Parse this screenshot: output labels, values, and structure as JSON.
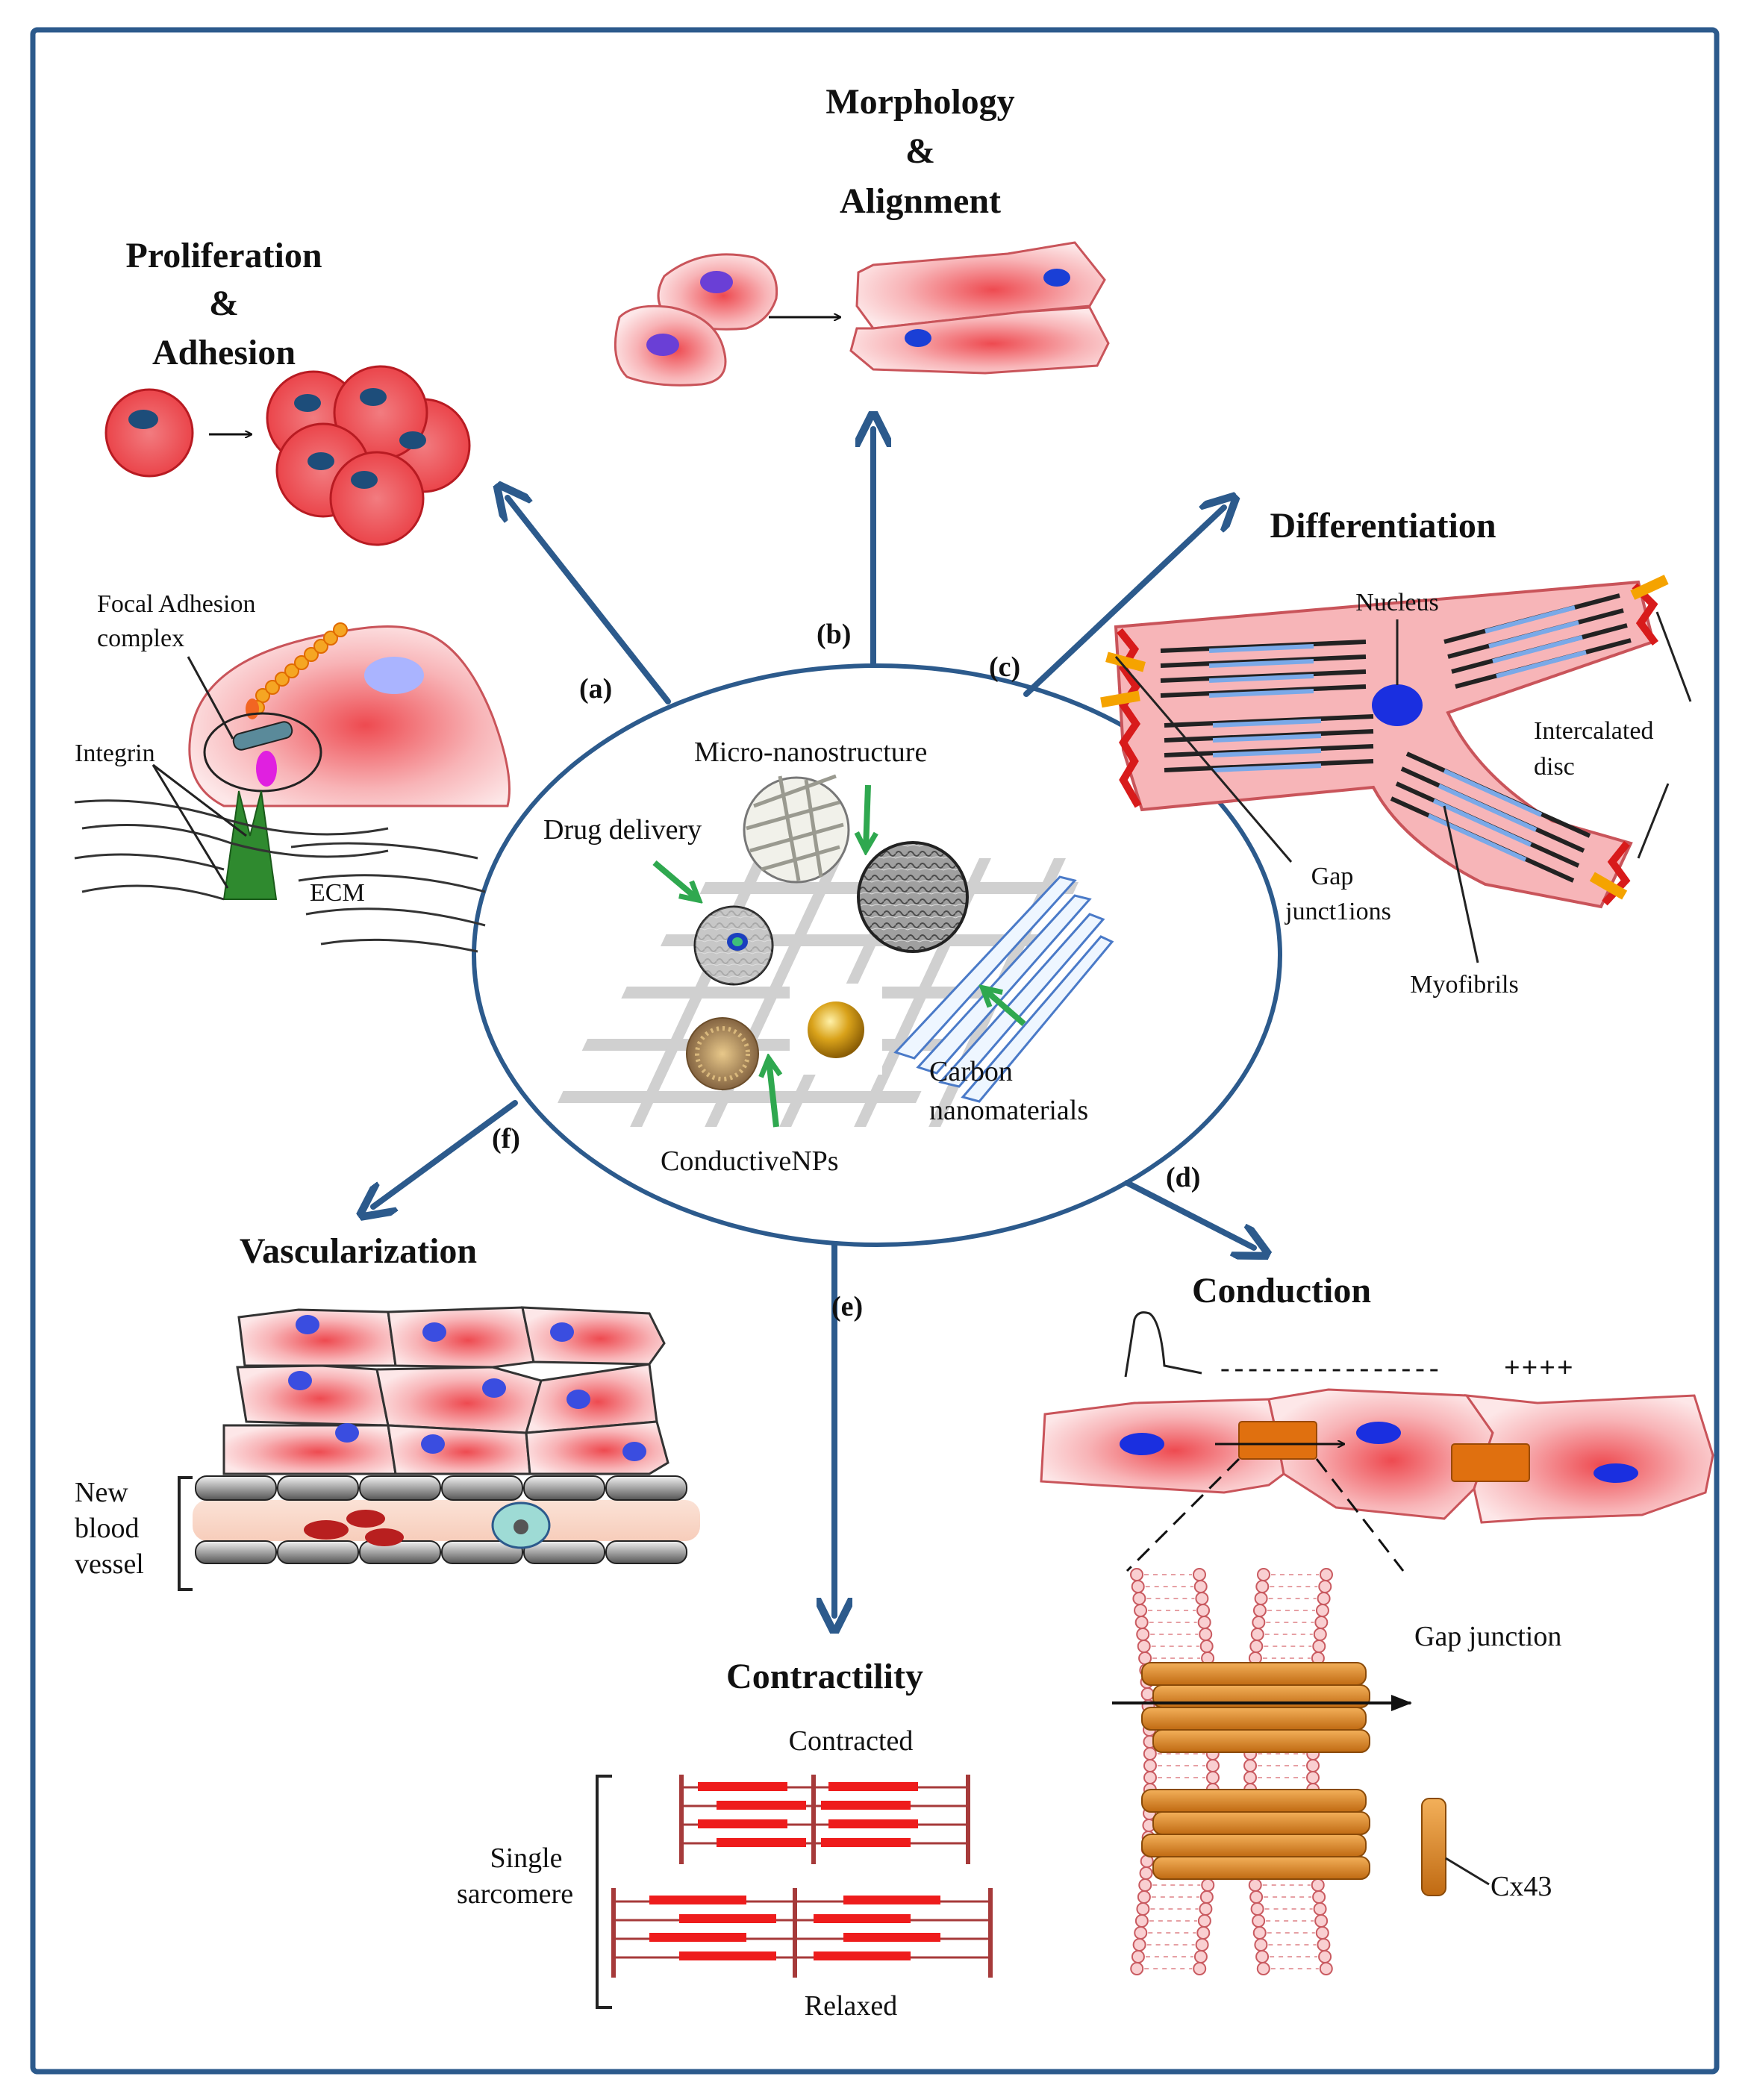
{
  "colors": {
    "frame": "#2c5a8c",
    "arrow": "#2c5a8c",
    "cell_red": "#e8343a",
    "cell_light": "#f7b5b8",
    "nucleus": "#1a3fd6",
    "green_arrow": "#2fa84f",
    "connexin": "#e08a2a"
  },
  "center": {
    "micro_nano": "Micro-nanostructure",
    "drug_delivery": "Drug delivery",
    "carbon_1": "Carbon",
    "carbon_2": "nanomaterials",
    "conductive": "ConductiveNPs"
  },
  "branch_letters": {
    "a": "(a)",
    "b": "(b)",
    "c": "(c)",
    "d": "(d)",
    "e": "(e)",
    "f": "(f)"
  },
  "proliferation": {
    "title_1": "Proliferation",
    "title_2": "&",
    "title_3": "Adhesion",
    "focal_1": "Focal Adhesion",
    "focal_2": "complex",
    "integrin": "Integrin",
    "ecm": "ECM"
  },
  "morphology": {
    "title_1": "Morphology",
    "title_2": "&",
    "title_3": "Alignment"
  },
  "differentiation": {
    "title": "Differentiation",
    "nucleus": "Nucleus",
    "intercalated_1": "Intercalated",
    "intercalated_2": "disc",
    "gap_1": "Gap",
    "gap_2": "junct1ions",
    "myofibrils": "Myofibrils"
  },
  "conduction": {
    "title": "Conduction",
    "minus_top": "----------------",
    "plus_top": "++++",
    "plus_mid": "+++++++++++",
    "minus_mid": "-----",
    "gap_junction": "Gap junction",
    "cx43": "Cx43"
  },
  "contractility": {
    "title": "Contractility",
    "contracted": "Contracted",
    "relaxed": "Relaxed",
    "single_1": "Single",
    "single_2": "sarcomere"
  },
  "vascularization": {
    "title": "Vascularization",
    "new_1": "New",
    "new_2": "blood",
    "new_3": "vessel"
  }
}
